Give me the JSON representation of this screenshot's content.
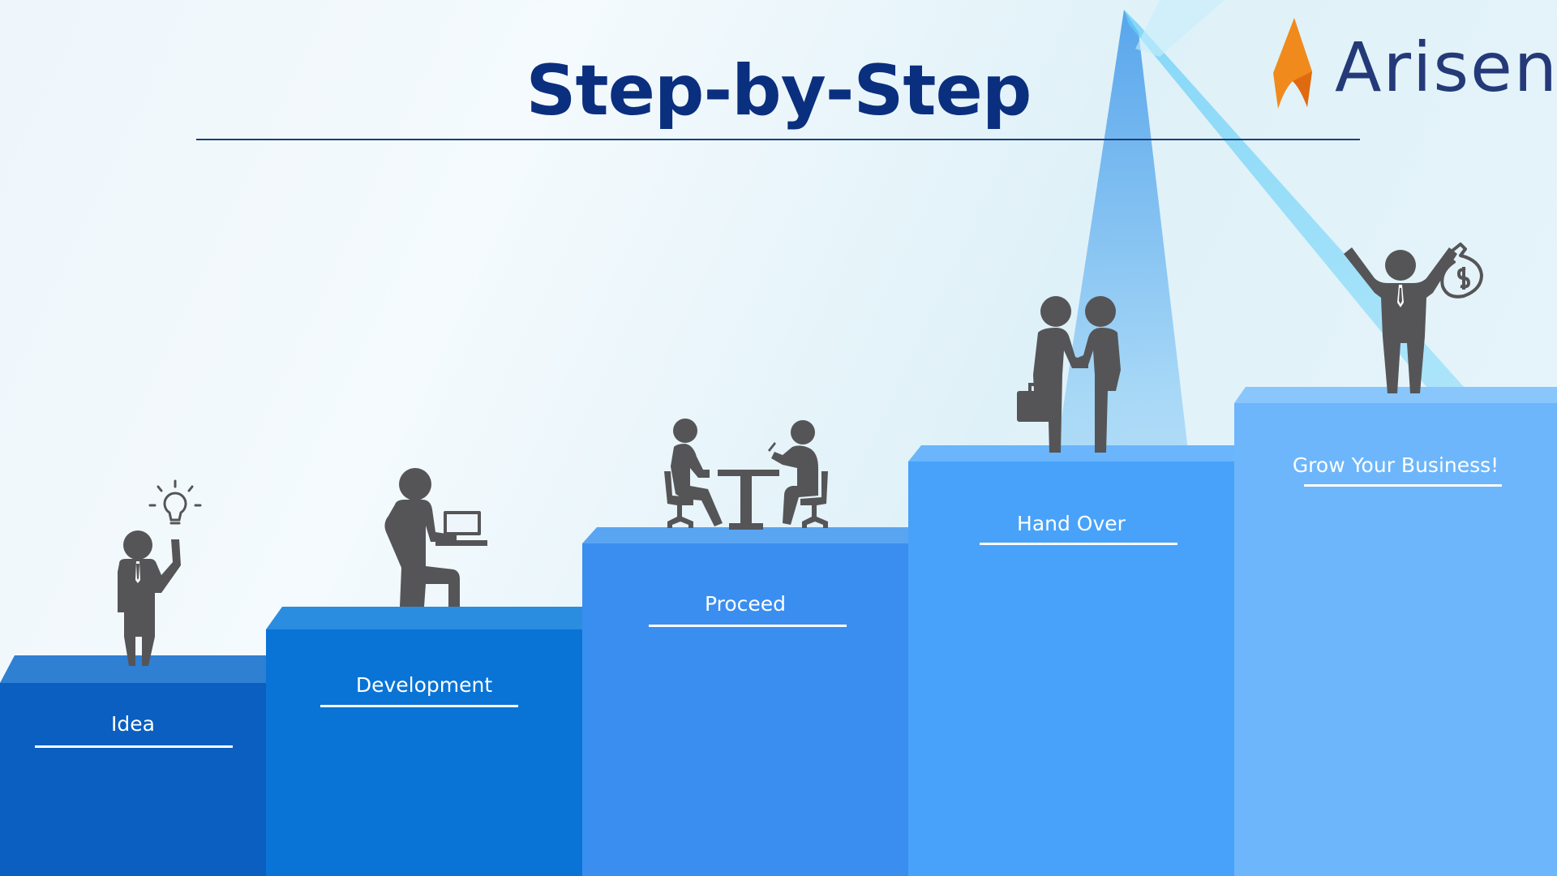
{
  "slide": {
    "title": "Step-by-Step",
    "brand": {
      "name": "Arisen",
      "icon": "flame-logo-icon",
      "accent": "#f08a1c",
      "text_color": "#243a78"
    },
    "colors": {
      "title": "#0b2f7f",
      "figure": "#555557",
      "label": "#ffffff"
    }
  },
  "steps": [
    {
      "label": "Idea",
      "figure": "person-with-lightbulb-icon",
      "color": "#0a5fc1"
    },
    {
      "label": "Development",
      "figure": "person-at-laptop-icon",
      "color": "#0a74d6"
    },
    {
      "label": "Proceed",
      "figure": "meeting-at-table-icon",
      "color": "#3a8ef0"
    },
    {
      "label": "Hand Over",
      "figure": "handshake-icon",
      "color": "#48a2fa"
    },
    {
      "label": "Grow Your Business!",
      "figure": "celebrating-person-money-bag-icon",
      "color": "#6db6fb"
    }
  ]
}
